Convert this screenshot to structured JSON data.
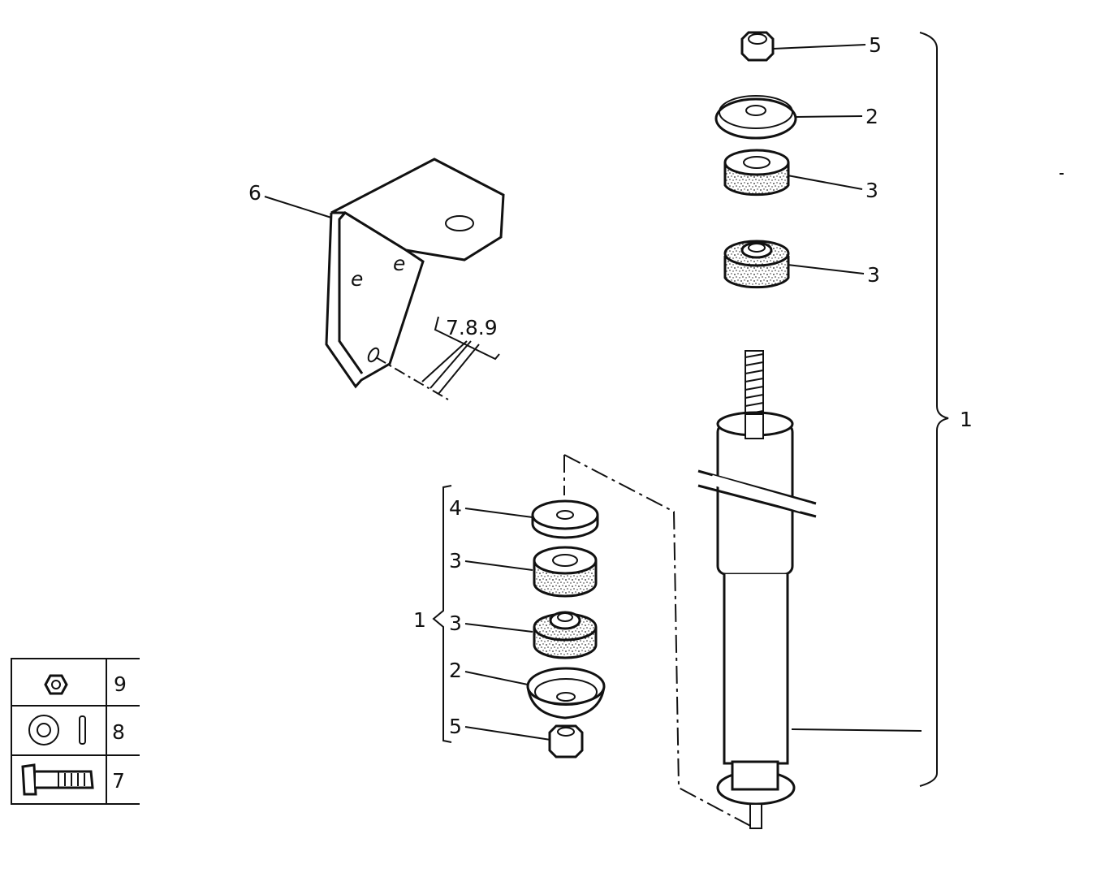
{
  "callouts": {
    "nut_top": "5",
    "cup_top": "2",
    "bush_top_a": "3",
    "bush_top_b": "3",
    "kit_right": "1",
    "bracket": "6",
    "fasteners": "7.8.9",
    "washer_kit": "4",
    "bush_kit_a": "3",
    "bush_kit_b": "3",
    "kit_left": "1",
    "cup_kit": "2",
    "nut_kit": "5"
  },
  "legend": [
    {
      "label": "9",
      "icon": "hex-nut-icon"
    },
    {
      "label": "8",
      "icon": "washer-icon"
    },
    {
      "label": "7",
      "icon": "bolt-icon"
    }
  ],
  "colors": {
    "line": "#111111",
    "background": "#ffffff"
  }
}
